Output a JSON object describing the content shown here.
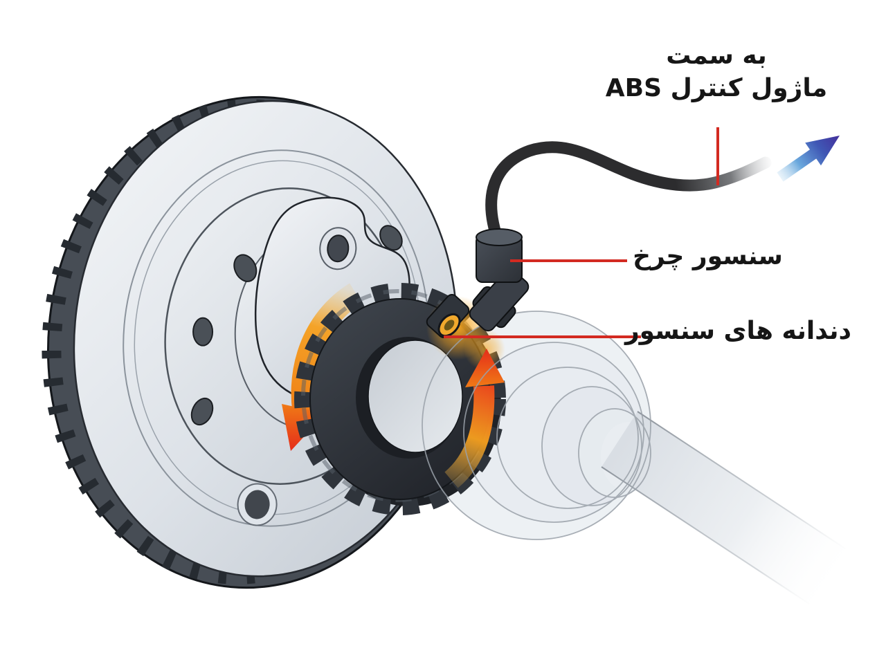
{
  "diagram": {
    "subject": "abs-wheel-speed-sensor-diagram",
    "labels": {
      "to_abs_line1": "به سمت",
      "to_abs_line2": "ماژول کنترل ABS",
      "wheel_sensor": "سنسور چرخ",
      "sensor_teeth": "دندانه های سنسور"
    },
    "parts": [
      "brake-disc",
      "disc-rim-vanes",
      "hub-flange",
      "bolt-holes",
      "tone-ring-sensor-teeth",
      "rotation-arrow-left",
      "rotation-arrow-right",
      "wheel-speed-sensor",
      "sensor-cable",
      "cv-joint-boot",
      "axle-shaft",
      "abs-direction-arrow"
    ],
    "colors": {
      "leader_red": "#d32a21",
      "rotation_orange": "#f6a01e",
      "rotation_red": "#e52f1c",
      "tip_yellow": "#f2a92d",
      "teeth_dark": "#2f343b",
      "rim_dark": "#474d55",
      "metal_light": "#f2f4f7",
      "metal_shadow": "#c2c9d1",
      "cable_black": "#2c2c2e",
      "blue_arrow_light": "#bfe0f2",
      "blue_arrow_dark": "#44309c",
      "label_ink": "#161616",
      "background": "#ffffff"
    }
  }
}
